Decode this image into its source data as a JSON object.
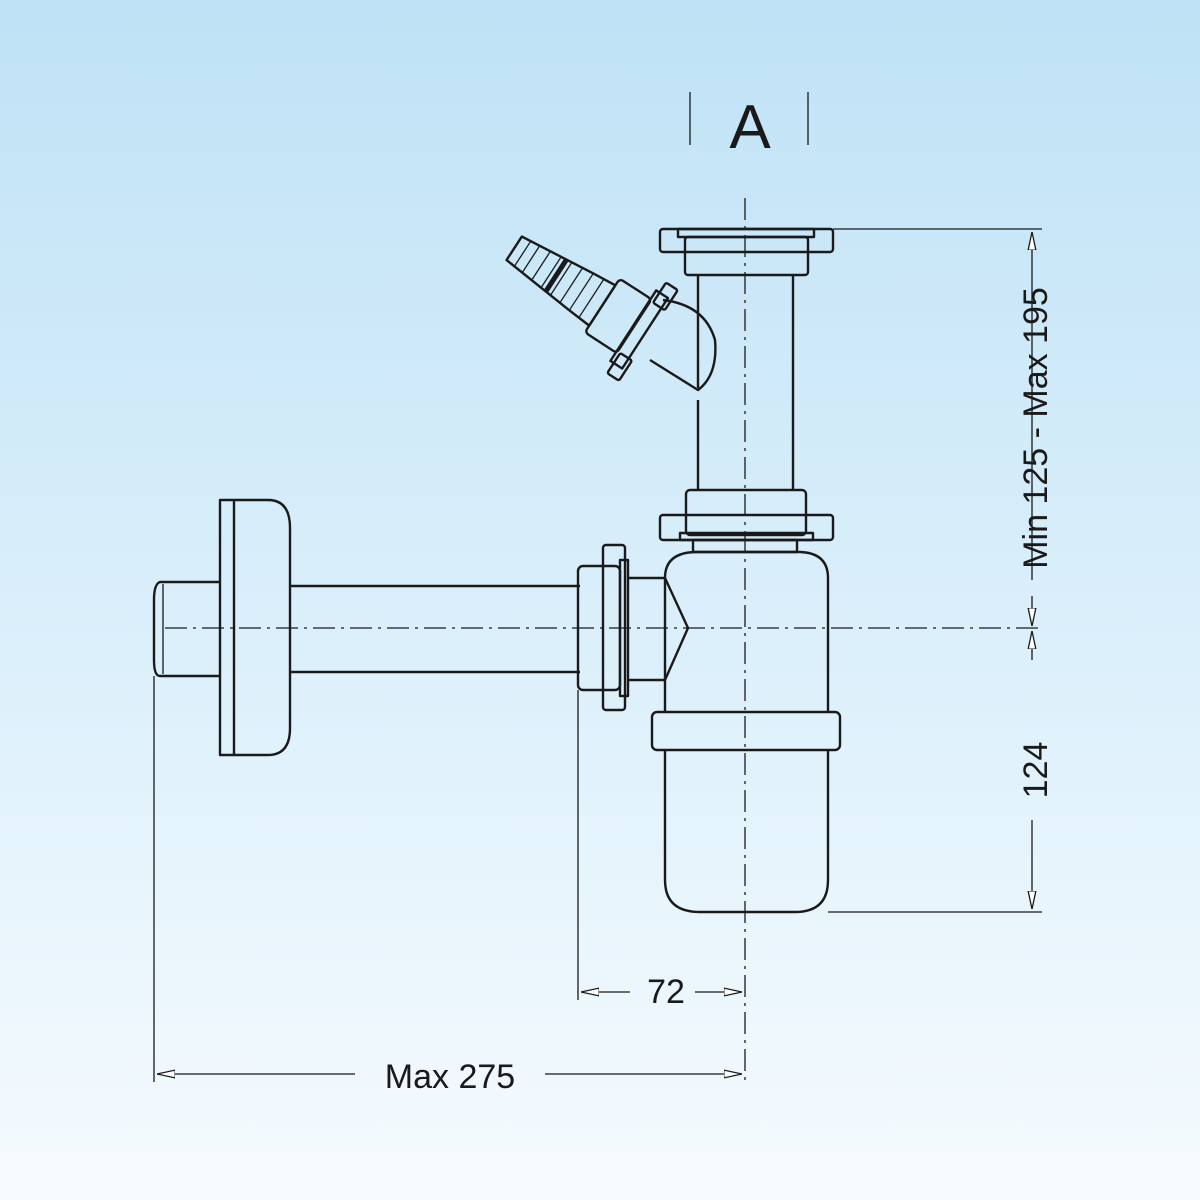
{
  "section_label": "A",
  "dimensions": {
    "height_range": "Min 125 - Max 195",
    "bottle_depth": "124",
    "outlet_offset": "72",
    "max_length": "Max 275"
  },
  "colors": {
    "background_top": "#bfe2f6",
    "background_bottom": "#f6fbfe",
    "line": "#1a1a1a"
  }
}
